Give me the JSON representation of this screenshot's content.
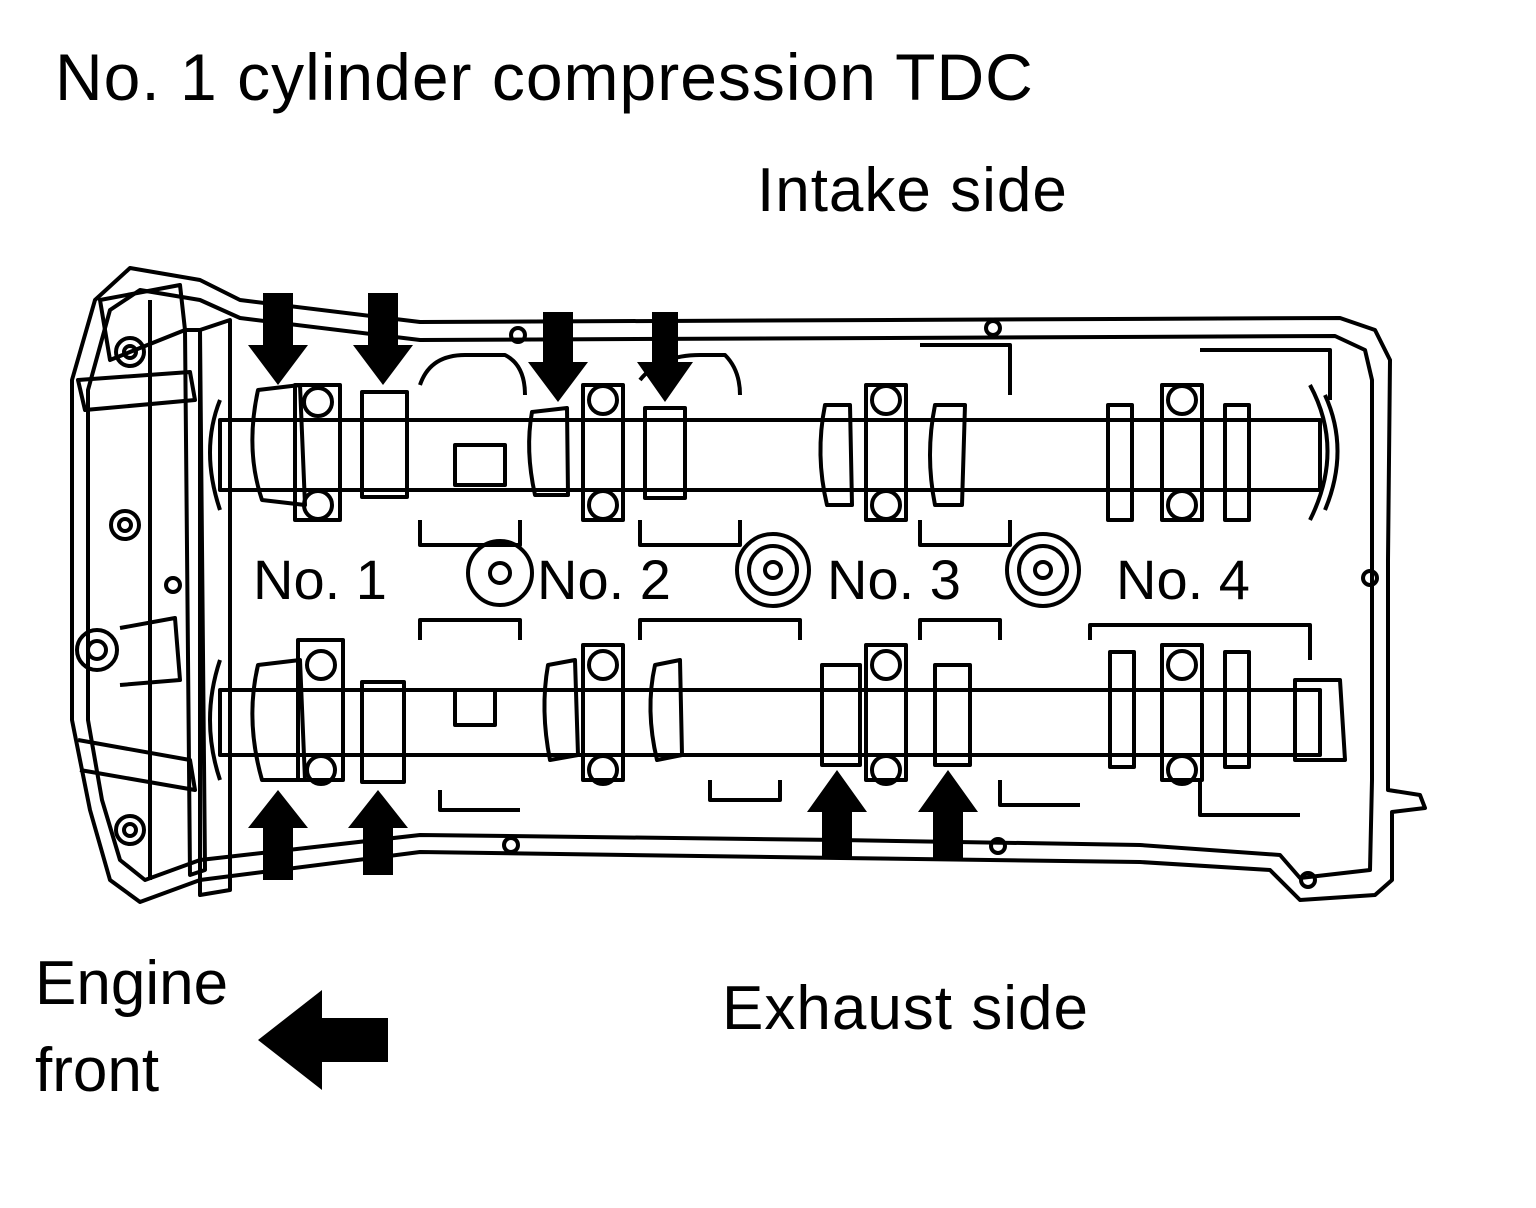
{
  "title": "No. 1 cylinder compression TDC",
  "labels": {
    "intake_side": "Intake side",
    "exhaust_side": "Exhaust side",
    "engine_front_line1": "Engine",
    "engine_front_line2": "front"
  },
  "cylinders": [
    "No. 1",
    "No. 2",
    "No. 3",
    "No. 4"
  ],
  "colors": {
    "ink": "#000000",
    "paper": "#ffffff"
  }
}
